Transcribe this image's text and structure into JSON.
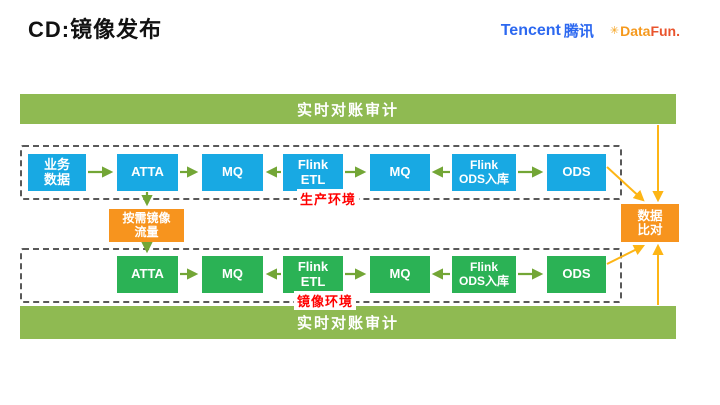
{
  "title": "CD:镜像发布",
  "header": {
    "tencent": {
      "en": "Tencent",
      "cn": "腾讯"
    },
    "datafun": {
      "icon": "sun-dots-icon",
      "part1": "Data",
      "part2": "Fun."
    }
  },
  "bars": {
    "top": "实时对账审计",
    "bottom": "实时对账审计"
  },
  "prod": {
    "label": "生产环境",
    "nodes": [
      {
        "l1": "业务",
        "l2": "数据"
      },
      {
        "l1": "ATTA"
      },
      {
        "l1": "MQ"
      },
      {
        "l1": "Flink",
        "l2": "ETL"
      },
      {
        "l1": "MQ"
      },
      {
        "l1": "Flink",
        "l2": "ODS入库"
      },
      {
        "l1": "ODS"
      }
    ]
  },
  "mirror": {
    "label": "镜像环境",
    "nodes": [
      {
        "l1": "ATTA"
      },
      {
        "l1": "MQ"
      },
      {
        "l1": "Flink",
        "l2": "ETL"
      },
      {
        "l1": "MQ"
      },
      {
        "l1": "Flink",
        "l2": "ODS入库"
      },
      {
        "l1": "ODS"
      }
    ]
  },
  "mirror_traffic": {
    "l1": "按需镜像",
    "l2": "流量"
  },
  "data_compare": {
    "l1": "数据",
    "l2": "比对"
  },
  "colors": {
    "bar_green": "#8fba52",
    "box_blue": "#18a9e3",
    "box_green": "#2bb255",
    "box_orange": "#f7941e",
    "arrow_green": "#73a636",
    "arrow_orange": "#fdb515",
    "env_label_red": "#ff0000",
    "tencent_blue": "#2c68f0",
    "datafun_orange": "#f5991d"
  }
}
